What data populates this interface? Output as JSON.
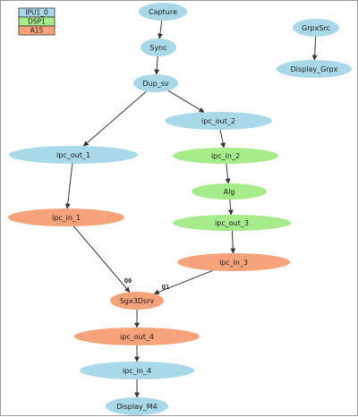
{
  "legend": [
    {
      "label": "IPU1_0",
      "color": "#a9d8e8"
    },
    {
      "label": "DSP1",
      "color": "#a6ec8a"
    },
    {
      "label": "A15",
      "color": "#f6a27a"
    }
  ],
  "colors": {
    "IPU1_0": "#a9d8e8",
    "DSP1": "#a6ec8a",
    "A15": "#f6a27a",
    "edge": "#333333"
  },
  "nodes": [
    {
      "id": "capture",
      "label": "Capture",
      "group": "IPU1_0"
    },
    {
      "id": "sync",
      "label": "Sync",
      "group": "IPU1_0"
    },
    {
      "id": "dup_sv",
      "label": "Dup_sv",
      "group": "IPU1_0"
    },
    {
      "id": "ipc_out_1",
      "label": "ipc_out_1",
      "group": "IPU1_0"
    },
    {
      "id": "ipc_out_2",
      "label": "ipc_out_2",
      "group": "IPU1_0"
    },
    {
      "id": "ipc_in_2",
      "label": "ipc_in_2",
      "group": "DSP1"
    },
    {
      "id": "alg",
      "label": "Alg",
      "group": "DSP1"
    },
    {
      "id": "ipc_out_3",
      "label": "ipc_out_3",
      "group": "DSP1"
    },
    {
      "id": "ipc_in_1",
      "label": "ipc_in_1",
      "group": "A15"
    },
    {
      "id": "ipc_in_3",
      "label": "ipc_in_3",
      "group": "A15"
    },
    {
      "id": "sgx3dsrv",
      "label": "Sgx3Dsrv",
      "group": "A15"
    },
    {
      "id": "ipc_out_4",
      "label": "ipc_out_4",
      "group": "A15"
    },
    {
      "id": "ipc_in_4",
      "label": "ipc_in_4",
      "group": "IPU1_0"
    },
    {
      "id": "display_m4",
      "label": "Display_M4",
      "group": "IPU1_0"
    },
    {
      "id": "grpxsrc",
      "label": "GrpxSrc",
      "group": "IPU1_0"
    },
    {
      "id": "display_grpx",
      "label": "Display_Grpx",
      "group": "IPU1_0"
    }
  ],
  "edges": [
    {
      "from": "capture",
      "to": "sync"
    },
    {
      "from": "sync",
      "to": "dup_sv"
    },
    {
      "from": "dup_sv",
      "to": "ipc_out_1"
    },
    {
      "from": "dup_sv",
      "to": "ipc_out_2"
    },
    {
      "from": "ipc_out_1",
      "to": "ipc_in_1"
    },
    {
      "from": "ipc_out_2",
      "to": "ipc_in_2"
    },
    {
      "from": "ipc_in_2",
      "to": "alg"
    },
    {
      "from": "alg",
      "to": "ipc_out_3"
    },
    {
      "from": "ipc_out_3",
      "to": "ipc_in_3"
    },
    {
      "from": "ipc_in_1",
      "to": "sgx3dsrv",
      "port": "Q0"
    },
    {
      "from": "ipc_in_3",
      "to": "sgx3dsrv",
      "port": "Q1"
    },
    {
      "from": "sgx3dsrv",
      "to": "ipc_out_4"
    },
    {
      "from": "ipc_out_4",
      "to": "ipc_in_4"
    },
    {
      "from": "ipc_in_4",
      "to": "display_m4"
    },
    {
      "from": "grpxsrc",
      "to": "display_grpx"
    }
  ]
}
